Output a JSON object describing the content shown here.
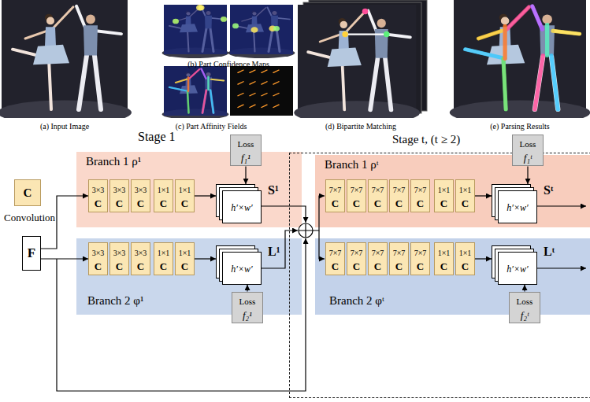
{
  "diagram": {
    "nodes": [
      {
        "text": [
          "C",
          "Convolution"
        ]
      },
      {
        "text": [
          "Branch 1 ρ¹"
        ]
      },
      {
        "text": [
          "3×3",
          "C"
        ],
        "in": 1
      },
      {
        "text": [
          "3×3",
          "C"
        ],
        "in": 1
      },
      {
        "text": [
          "3×3",
          "C"
        ],
        "in": 1
      },
      {
        "text": [
          "1×1",
          "C"
        ],
        "in": 1
      },
      {
        "text": [
          "1×1",
          "C"
        ],
        "in": 1
      },
      {
        "text": [
          "Loss",
          "f₁¹"
        ],
        "in": 1
      },
      {
        "text": [
          "h′×w′",
          "S¹"
        ],
        "in": 1
      },
      {
        "text": [
          "Branch 2 φ¹"
        ]
      },
      {
        "text": [
          "3×3",
          "C"
        ],
        "in": 9
      },
      {
        "text": [
          "3×3",
          "C"
        ],
        "in": 9
      },
      {
        "text": [
          "3×3",
          "C"
        ],
        "in": 9
      },
      {
        "text": [
          "1×1",
          "C"
        ],
        "in": 9
      },
      {
        "text": [
          "1×1",
          "C"
        ],
        "in": 9
      },
      {
        "text": [
          "h′×w′",
          "L¹"
        ],
        "in": 9
      },
      {
        "text": [
          "Loss",
          "f₂¹"
        ],
        "in": 9
      },
      {
        "text": [
          "F"
        ]
      },
      {
        "text": [
          "Stage t, (t ≥ 2)"
        ]
      },
      {
        "text": [
          "Branch 1 ρᵗ"
        ],
        "in": 18
      },
      {
        "text": [
          "7×7",
          "C"
        ],
        "in": 19
      },
      {
        "text": [
          "7×7",
          "C"
        ],
        "in": 19
      },
      {
        "text": [
          "7×7",
          "C"
        ],
        "in": 19
      },
      {
        "text": [
          "7×7",
          "C"
        ],
        "in": 19
      },
      {
        "text": [
          "7×7",
          "C"
        ],
        "in": 19
      },
      {
        "text": [
          "1×1",
          "C"
        ],
        "in": 19
      },
      {
        "text": [
          "1×1",
          "C"
        ],
        "in": 19
      },
      {
        "text": [
          "Loss",
          "f₁ᵗ"
        ],
        "in": 19
      },
      {
        "text": [
          "h′×w′",
          "Sᵗ"
        ],
        "in": 19
      },
      {
        "text": [
          "Branch 2 φᵗ"
        ],
        "in": 18
      },
      {
        "text": [
          "7×7",
          "C"
        ],
        "in": 29
      },
      {
        "text": [
          "7×7",
          "C"
        ],
        "in": 29
      },
      {
        "text": [
          "7×7",
          "C"
        ],
        "in": 29
      },
      {
        "text": [
          "7×7",
          "C"
        ],
        "in": 29
      },
      {
        "text": [
          "7×7",
          "C"
        ],
        "in": 29
      },
      {
        "text": [
          "1×1",
          "C"
        ],
        "in": 29
      },
      {
        "text": [
          "1×1",
          "C"
        ],
        "in": 29
      },
      {
        "text": [
          "h′×w′",
          "Lᵗ"
        ],
        "in": 29
      },
      {
        "text": [
          "Loss",
          "f₂ᵗ"
        ],
        "in": 29
      }
    ],
    "edges": [
      {
        "from": 17,
        "to": 2,
        "arrow": "to"
      },
      {
        "from": 17,
        "to": 10,
        "arrow": "to"
      },
      {
        "from": 7,
        "to": 8,
        "arrow": "to"
      },
      {
        "from": 16,
        "to": 15,
        "arrow": "to"
      },
      {
        "from": 27,
        "to": 28,
        "arrow": "to"
      },
      {
        "from": 38,
        "to": 37,
        "arrow": "to"
      }
    ],
    "labels": [
      "(a) Input Image",
      "(b) Part Confidence Maps",
      "(c) Part Affinity Fields",
      "(d) Bipartite Matching",
      "(e) Parsing Results",
      "Stage 1"
    ]
  }
}
